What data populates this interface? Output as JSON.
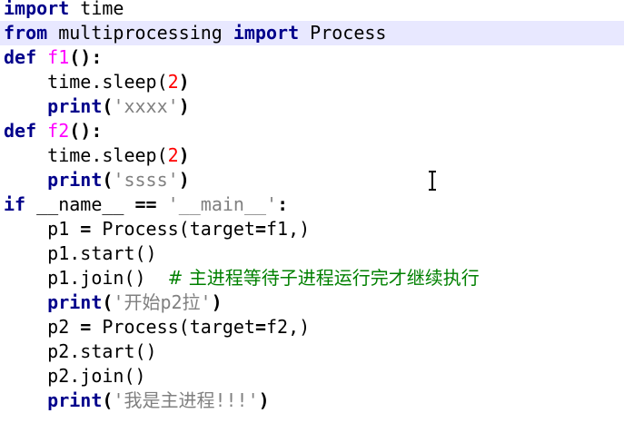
{
  "code": {
    "lines": [
      [
        "import",
        " time"
      ],
      [
        "from",
        " multiprocessing ",
        "import",
        " Process"
      ],
      [
        "def",
        " ",
        "f1",
        "():"
      ],
      [
        "    time.sleep(",
        "2",
        ")"
      ],
      [
        "    ",
        "print",
        "(",
        "'xxxx'",
        ")"
      ],
      [
        "def",
        " ",
        "f2",
        "():"
      ],
      [
        "    time.sleep(",
        "2",
        ")"
      ],
      [
        "    ",
        "print",
        "(",
        "'ssss'",
        ")"
      ],
      [
        "if",
        " __name__ ",
        "==",
        " ",
        "'__main__'",
        ":"
      ],
      [
        "    p1 ",
        "=",
        " Process(target",
        "=",
        "f1,)"
      ],
      [
        "    p1.start()"
      ],
      [
        "    p1.join()  ",
        "# 主进程等待子进程运行完才继续执行"
      ],
      [
        "    ",
        "print",
        "(",
        "'开始p2拉'",
        ")"
      ],
      [
        "    p2 ",
        "=",
        " Process(target",
        "=",
        "f2,)"
      ],
      [
        "    p2.start()"
      ],
      [
        "    p2.join()"
      ],
      [
        "    ",
        "print",
        "(",
        "'我是主进程!!!'",
        ")"
      ]
    ]
  },
  "cursor_icon": "text-cursor-icon",
  "colors": {
    "keyword": "#00008b",
    "function_name": "#ff00ff",
    "number": "#ff0000",
    "string": "#808080",
    "comment": "#008000",
    "current_line": "#e8e8ff"
  }
}
